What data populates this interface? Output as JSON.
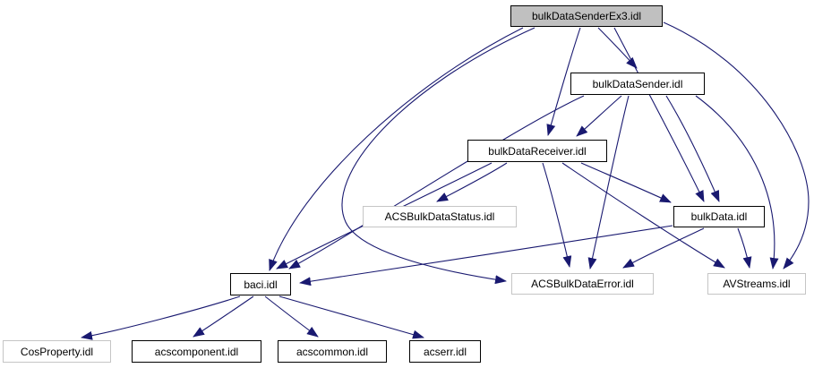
{
  "diagram": {
    "type": "include-dependency-graph",
    "root": "bulkDataSenderEx3.idl",
    "colors": {
      "edge": "#191970",
      "node_border": "#000000",
      "muted_border": "#c5c5c5",
      "highlight_fill": "#c0c0c0",
      "background": "#ffffff",
      "text": "#000000"
    },
    "nodes": [
      {
        "id": "ex3",
        "label": "bulkDataSenderEx3.idl",
        "variant": "highlight"
      },
      {
        "id": "sender",
        "label": "bulkDataSender.idl",
        "variant": "solid"
      },
      {
        "id": "receiver",
        "label": "bulkDataReceiver.idl",
        "variant": "solid"
      },
      {
        "id": "status",
        "label": "ACSBulkDataStatus.idl",
        "variant": "muted"
      },
      {
        "id": "bulkdata",
        "label": "bulkData.idl",
        "variant": "solid"
      },
      {
        "id": "baci",
        "label": "baci.idl",
        "variant": "solid"
      },
      {
        "id": "error",
        "label": "ACSBulkDataError.idl",
        "variant": "muted"
      },
      {
        "id": "avstreams",
        "label": "AVStreams.idl",
        "variant": "muted"
      },
      {
        "id": "cosproperty",
        "label": "CosProperty.idl",
        "variant": "muted"
      },
      {
        "id": "acscomponent",
        "label": "acscomponent.idl",
        "variant": "solid"
      },
      {
        "id": "acscommon",
        "label": "acscommon.idl",
        "variant": "solid"
      },
      {
        "id": "acserr",
        "label": "acserr.idl",
        "variant": "solid"
      }
    ],
    "edges": [
      {
        "from": "ex3",
        "to": "sender"
      },
      {
        "from": "ex3",
        "to": "receiver"
      },
      {
        "from": "ex3",
        "to": "bulkdata"
      },
      {
        "from": "ex3",
        "to": "baci"
      },
      {
        "from": "ex3",
        "to": "error"
      },
      {
        "from": "ex3",
        "to": "avstreams"
      },
      {
        "from": "sender",
        "to": "receiver"
      },
      {
        "from": "sender",
        "to": "bulkdata"
      },
      {
        "from": "sender",
        "to": "baci"
      },
      {
        "from": "sender",
        "to": "error"
      },
      {
        "from": "sender",
        "to": "avstreams"
      },
      {
        "from": "receiver",
        "to": "status"
      },
      {
        "from": "receiver",
        "to": "baci"
      },
      {
        "from": "receiver",
        "to": "error"
      },
      {
        "from": "receiver",
        "to": "bulkdata"
      },
      {
        "from": "receiver",
        "to": "avstreams"
      },
      {
        "from": "bulkdata",
        "to": "baci"
      },
      {
        "from": "bulkdata",
        "to": "error"
      },
      {
        "from": "bulkdata",
        "to": "avstreams"
      },
      {
        "from": "baci",
        "to": "cosproperty"
      },
      {
        "from": "baci",
        "to": "acscomponent"
      },
      {
        "from": "baci",
        "to": "acscommon"
      },
      {
        "from": "baci",
        "to": "acserr"
      }
    ]
  }
}
